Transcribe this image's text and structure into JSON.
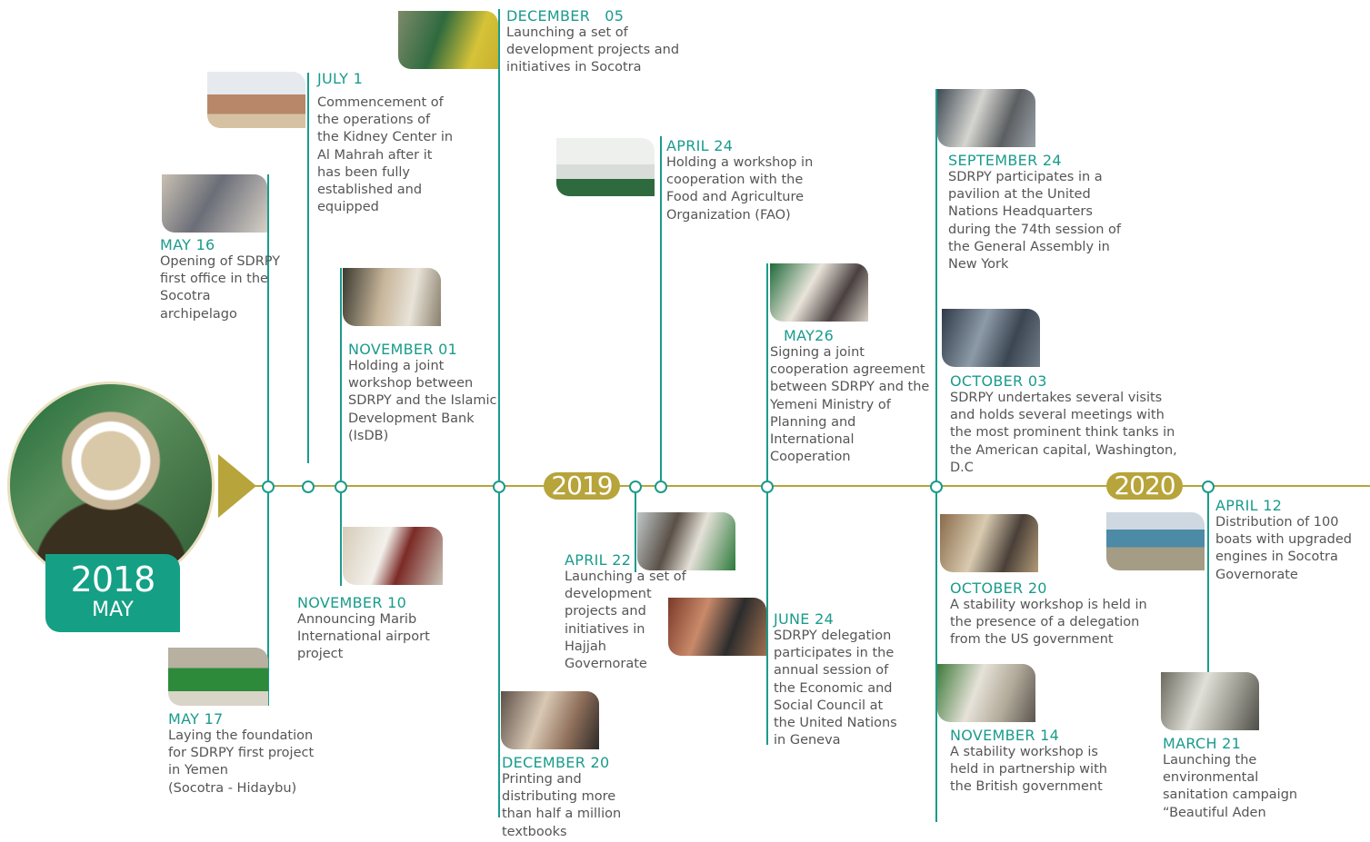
{
  "start": {
    "year": "2018",
    "month": "MAY"
  },
  "year_markers": [
    "2019",
    "2020"
  ],
  "events": {
    "may16": {
      "date": "MAY 16",
      "lines": [
        "Opening of SDRPY",
        "first office in the",
        "Socotra",
        "archipelago"
      ]
    },
    "may17": {
      "date": "MAY 17",
      "lines": [
        "Laying the foundation",
        "for SDRPY first project",
        "in Yemen",
        "(Socotra - Hidaybu)"
      ]
    },
    "jul1": {
      "date": "JULY 1",
      "lines": [
        "Commencement of",
        "the operations of",
        "the Kidney Center in",
        "Al Mahrah after it",
        "has been fully",
        "established and",
        "equipped"
      ]
    },
    "nov01": {
      "date": "NOVEMBER 01",
      "lines": [
        "Holding a joint",
        "workshop between",
        "SDRPY and the Islamic",
        "Development Bank",
        "(IsDB)"
      ]
    },
    "nov10": {
      "date": "NOVEMBER 10",
      "lines": [
        "Announcing Marib",
        "International airport",
        "project"
      ]
    },
    "dec05": {
      "date": "DECEMBER   05",
      "lines": [
        "Launching a set of",
        "development projects and",
        "initiatives in Socotra"
      ]
    },
    "dec20": {
      "date": "DECEMBER 20",
      "lines": [
        "Printing and",
        "distributing more",
        "than half a million",
        "textbooks"
      ]
    },
    "apr22": {
      "date": "APRIL 22",
      "lines": [
        "Launching a set of",
        "development",
        "projects and",
        "initiatives in",
        "Hajjah",
        "Governorate"
      ]
    },
    "apr24": {
      "date": "APRIL 24",
      "lines": [
        "Holding a workshop in",
        "cooperation with the",
        "Food and Agriculture",
        "Organization (FAO)"
      ]
    },
    "may26": {
      "date": "MAY26",
      "lines": [
        "Signing a joint",
        "cooperation agreement",
        "between SDRPY and the",
        "Yemeni Ministry of",
        "Planning and",
        "International",
        "Cooperation"
      ]
    },
    "jun24": {
      "date": "JUNE 24",
      "lines": [
        "SDRPY delegation",
        "participates in the",
        "annual session of",
        "the Economic and",
        "Social Council at",
        "the United Nations",
        "in Geneva"
      ]
    },
    "sep24": {
      "date": "SEPTEMBER 24",
      "lines": [
        "SDRPY participates in a",
        "pavilion at the United",
        "Nations Headquarters",
        "during the 74th session of",
        "the General Assembly in",
        "New York"
      ]
    },
    "oct03": {
      "date": "OCTOBER 03",
      "lines": [
        "SDRPY undertakes several visits",
        "and holds several meetings with",
        "the most prominent think tanks in",
        "the American capital, Washington,",
        "D.C"
      ]
    },
    "oct20": {
      "date": "OCTOBER 20",
      "lines": [
        "A stability workshop is held in",
        "the presence of a delegation",
        "from the US government"
      ]
    },
    "nov14": {
      "date": "NOVEMBER 14",
      "lines": [
        "A stability workshop is",
        "held in partnership with",
        "the British government"
      ]
    },
    "apr12": {
      "date": "APRIL 12",
      "lines": [
        "Distribution of 100",
        "boats with upgraded",
        "engines in Socotra",
        "Governorate"
      ]
    },
    "mar21": {
      "date": "MARCH 21",
      "lines": [
        "Launching the",
        "environmental",
        "sanitation campaign",
        "“Beautiful Aden"
      ]
    }
  },
  "colors": {
    "teal": "#1a9b8c",
    "gold": "#b7a43a",
    "badge": "#15a085"
  }
}
